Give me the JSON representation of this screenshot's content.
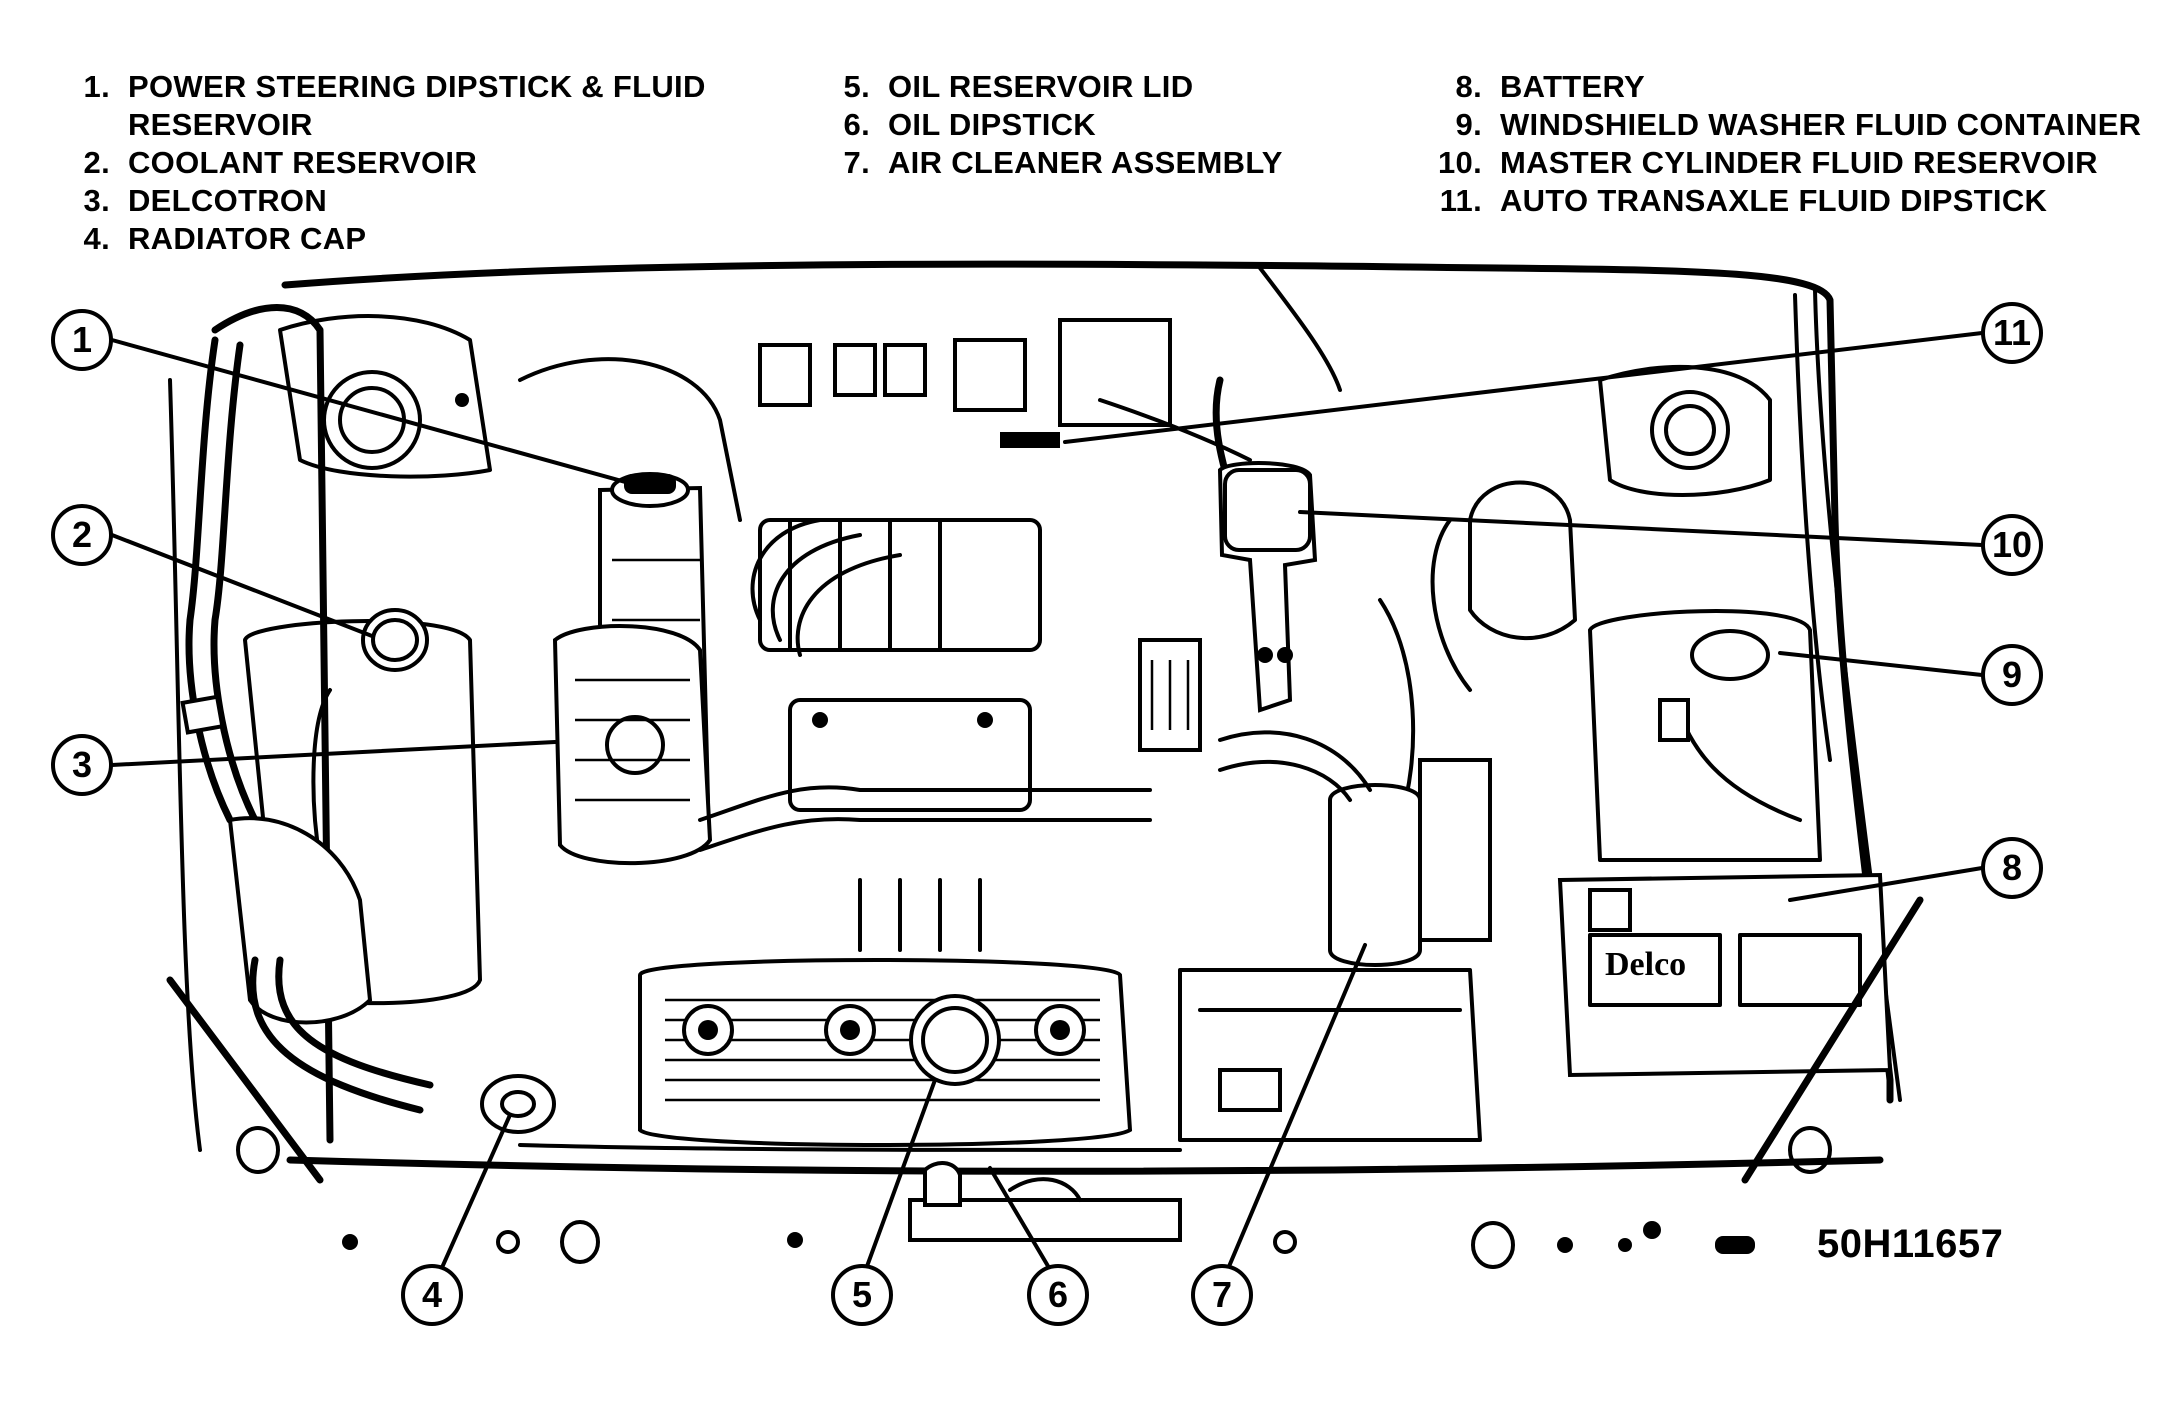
{
  "legend": {
    "col1": [
      {
        "num": "1.",
        "text": "POWER STEERING DIPSTICK & FLUID"
      },
      {
        "num": "",
        "text": "RESERVOIR"
      },
      {
        "num": "2.",
        "text": "COOLANT RESERVOIR"
      },
      {
        "num": "3.",
        "text": "DELCOTRON"
      },
      {
        "num": "4.",
        "text": "RADIATOR CAP"
      }
    ],
    "col2": [
      {
        "num": "5.",
        "text": "OIL RESERVOIR LID"
      },
      {
        "num": "6.",
        "text": "OIL DIPSTICK"
      },
      {
        "num": "7.",
        "text": "AIR CLEANER ASSEMBLY"
      }
    ],
    "col3": [
      {
        "num": "8.",
        "text": "BATTERY"
      },
      {
        "num": "9.",
        "text": "WINDSHIELD WASHER FLUID CONTAINER"
      },
      {
        "num": "10.",
        "text": "MASTER CYLINDER FLUID RESERVOIR"
      },
      {
        "num": "11.",
        "text": "AUTO TRANSAXLE FLUID DIPSTICK"
      }
    ]
  },
  "callouts": [
    "1",
    "2",
    "3",
    "4",
    "5",
    "6",
    "7",
    "8",
    "9",
    "10",
    "11"
  ],
  "battery_brand": "Delco",
  "figure_id": "50H11657"
}
